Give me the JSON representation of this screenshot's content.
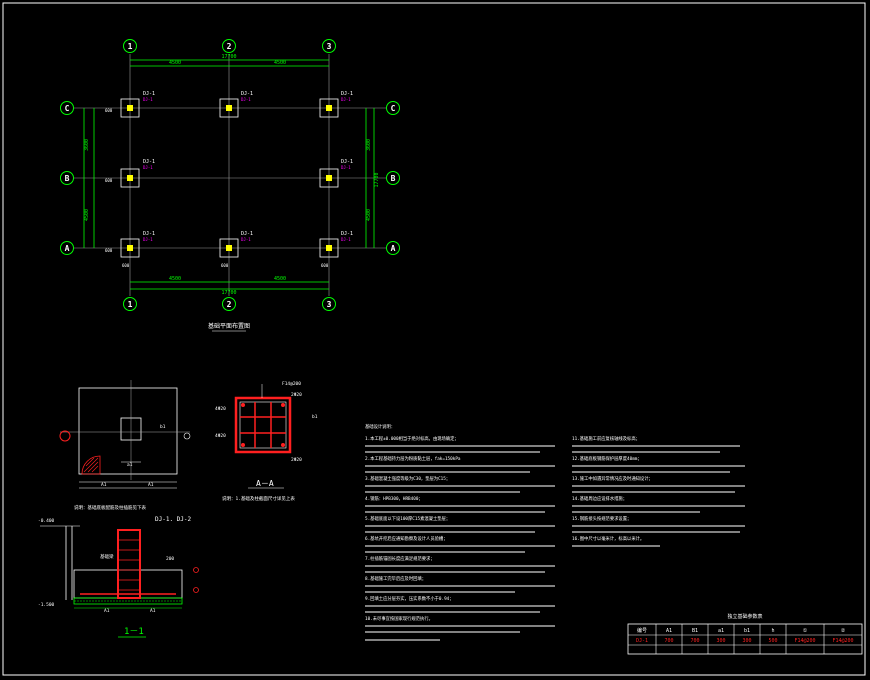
{
  "colors": {
    "background": "#000000",
    "axis_bubble": "#00ff00",
    "dimension": "#00ff00",
    "foundation": "#ffffff",
    "column": "#ffff00",
    "label": "#ffffff",
    "tag": "#ff00ff",
    "rebar": "#ff2020",
    "grid_line": "#aaaaaa"
  },
  "plan": {
    "col_axes": [
      "1",
      "2",
      "3"
    ],
    "row_axes": [
      "C",
      "B",
      "A"
    ],
    "top_dims": [
      "4500",
      "4500"
    ],
    "top_total": "17700",
    "bottom_dims": [
      "4500",
      "4500"
    ],
    "bottom_total": "17700",
    "side_dims": [
      "3600",
      "4500"
    ],
    "side_total": "17700",
    "footing_tag": "DJ-1",
    "footing_subtag": "DJ-1",
    "footing_dims": [
      "600",
      "600"
    ],
    "title": "基础平面布置图"
  },
  "detail_plan": {
    "label_a": "A1",
    "label_b": "a1",
    "label_h": "b1",
    "title": "DJ-1. DJ-2",
    "note": "说明：基础底板配筋及柱插筋见下表"
  },
  "section_aa": {
    "title": "A－A",
    "top_label": "F14@200",
    "left_top": "4Φ20",
    "left_bot": "4Φ20",
    "right_top": "2Φ20",
    "right_bot": "2Φ20",
    "side": "b1",
    "note": "说明：1.基础及柱截面尺寸详见上表"
  },
  "section_11": {
    "title": "1－1",
    "elev_top": "-0.400",
    "elev_bot": "-1.500",
    "label_beam": "基础梁",
    "label_side": "200",
    "dims": [
      "A1",
      "A1"
    ]
  },
  "notes": {
    "heading": "基础设计说明：",
    "left": [
      "1.本工程±0.000相当于绝对标高，由现场确定；",
      "2.本工程基础持力层为粉质黏土层，fak=150kPa",
      "3.基础混凝土强度等级为C30，垫层为C15；",
      "4.钢筋：HPB300，HRB400；",
      "5.基础底面以下设100厚C15素混凝土垫层；",
      "6.基坑开挖后应通知勘察及设计人员验槽；",
      "7.柱插筋锚固长度应满足规范要求；",
      "8.基础施工完毕后应及时回填；",
      "9.回填土应分层夯实，压实系数不小于0.94；",
      "10.未尽事宜按国家现行规范执行。"
    ],
    "right": [
      "11.基础施工前应复核轴线及标高；",
      "12.基础底板钢筋保护层厚度40mm；",
      "13.施工中如遇异常情况应及时通知设计；",
      "14.基础周边应设排水措施；",
      "15.钢筋接头按规范要求设置；",
      "16.图中尺寸以毫米计，标高以米计。"
    ]
  },
  "table": {
    "title": "独立基础参数表",
    "headers": [
      "编号",
      "A1",
      "B1",
      "a1",
      "b1",
      "h",
      "①",
      "②"
    ],
    "rows": [
      [
        "DJ-1",
        "700",
        "700",
        "300",
        "300",
        "500",
        "F14@200",
        "F14@200"
      ]
    ]
  }
}
